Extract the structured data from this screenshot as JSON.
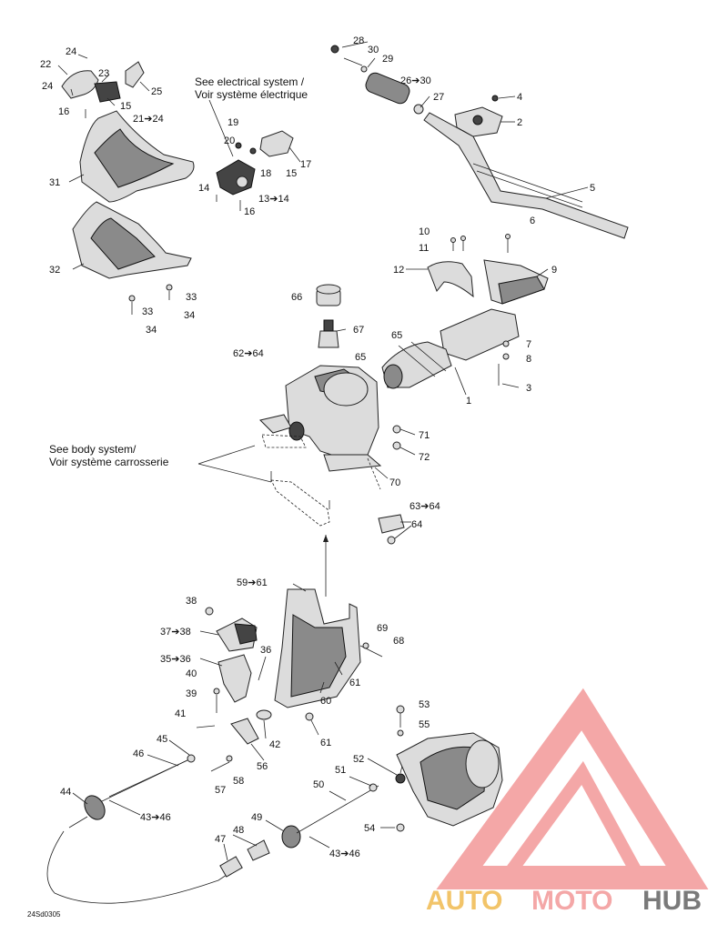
{
  "notes": {
    "electrical_line1": "See electrical system /",
    "electrical_line2": "Voir système électrique",
    "body_line1": "See body system/",
    "body_line2": "Voir système carrosserie"
  },
  "drawing_code": "24Sd0305",
  "watermark": {
    "part1": "AUTO",
    "part2": "MOTO",
    "part3": "HUB",
    "color_primary": "#f4a7a7",
    "color_secondary": "#f2c469",
    "color_dark": "#7a7a7a"
  },
  "callouts": [
    "24",
    "22",
    "23",
    "25",
    "24",
    "15",
    "16",
    "21➔24",
    "31",
    "19",
    "20",
    "18",
    "15",
    "17",
    "14",
    "13➔14",
    "16",
    "28",
    "30",
    "29",
    "26➔30",
    "27",
    "4",
    "2",
    "5",
    "6",
    "10",
    "11",
    "12",
    "9",
    "32",
    "33",
    "33",
    "34",
    "34",
    "66",
    "67",
    "65",
    "62➔64",
    "65",
    "1",
    "7",
    "8",
    "3",
    "71",
    "72",
    "70",
    "63➔64",
    "64",
    "59➔61",
    "38",
    "37➔38",
    "35➔36",
    "36",
    "69",
    "68",
    "40",
    "39",
    "61",
    "60",
    "41",
    "42",
    "61",
    "53",
    "55",
    "45",
    "52",
    "46",
    "56",
    "58",
    "51",
    "57",
    "44",
    "50",
    "43➔46",
    "49",
    "54",
    "48",
    "47",
    "43➔46"
  ]
}
